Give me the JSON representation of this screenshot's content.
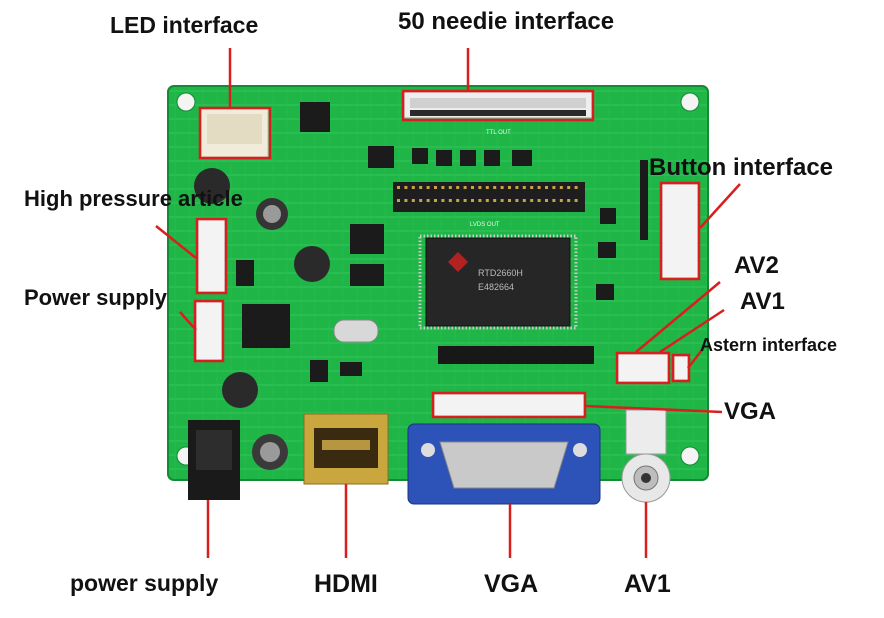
{
  "labels": {
    "led_interface": "LED interface",
    "needle_interface": "50 needie interface",
    "high_pressure": "High pressure article",
    "button_interface": "Button interface",
    "av2": "AV2",
    "av1_top": "AV1",
    "power_supply_left": "Power supply",
    "astern_interface": "Astern interface",
    "vga_right": "VGA",
    "power_supply_bottom": "power supply",
    "hdmi": "HDMI",
    "vga_bottom": "VGA",
    "av1_bottom": "AV1"
  },
  "board_text": {
    "ttl_out": "TTL OUT",
    "lvds_out": "LVDS OUT",
    "chip_line1": "RTD2660H",
    "chip_line2": "E482664"
  },
  "colors": {
    "board": "#1fb547",
    "callout": "#d91e1e"
  }
}
